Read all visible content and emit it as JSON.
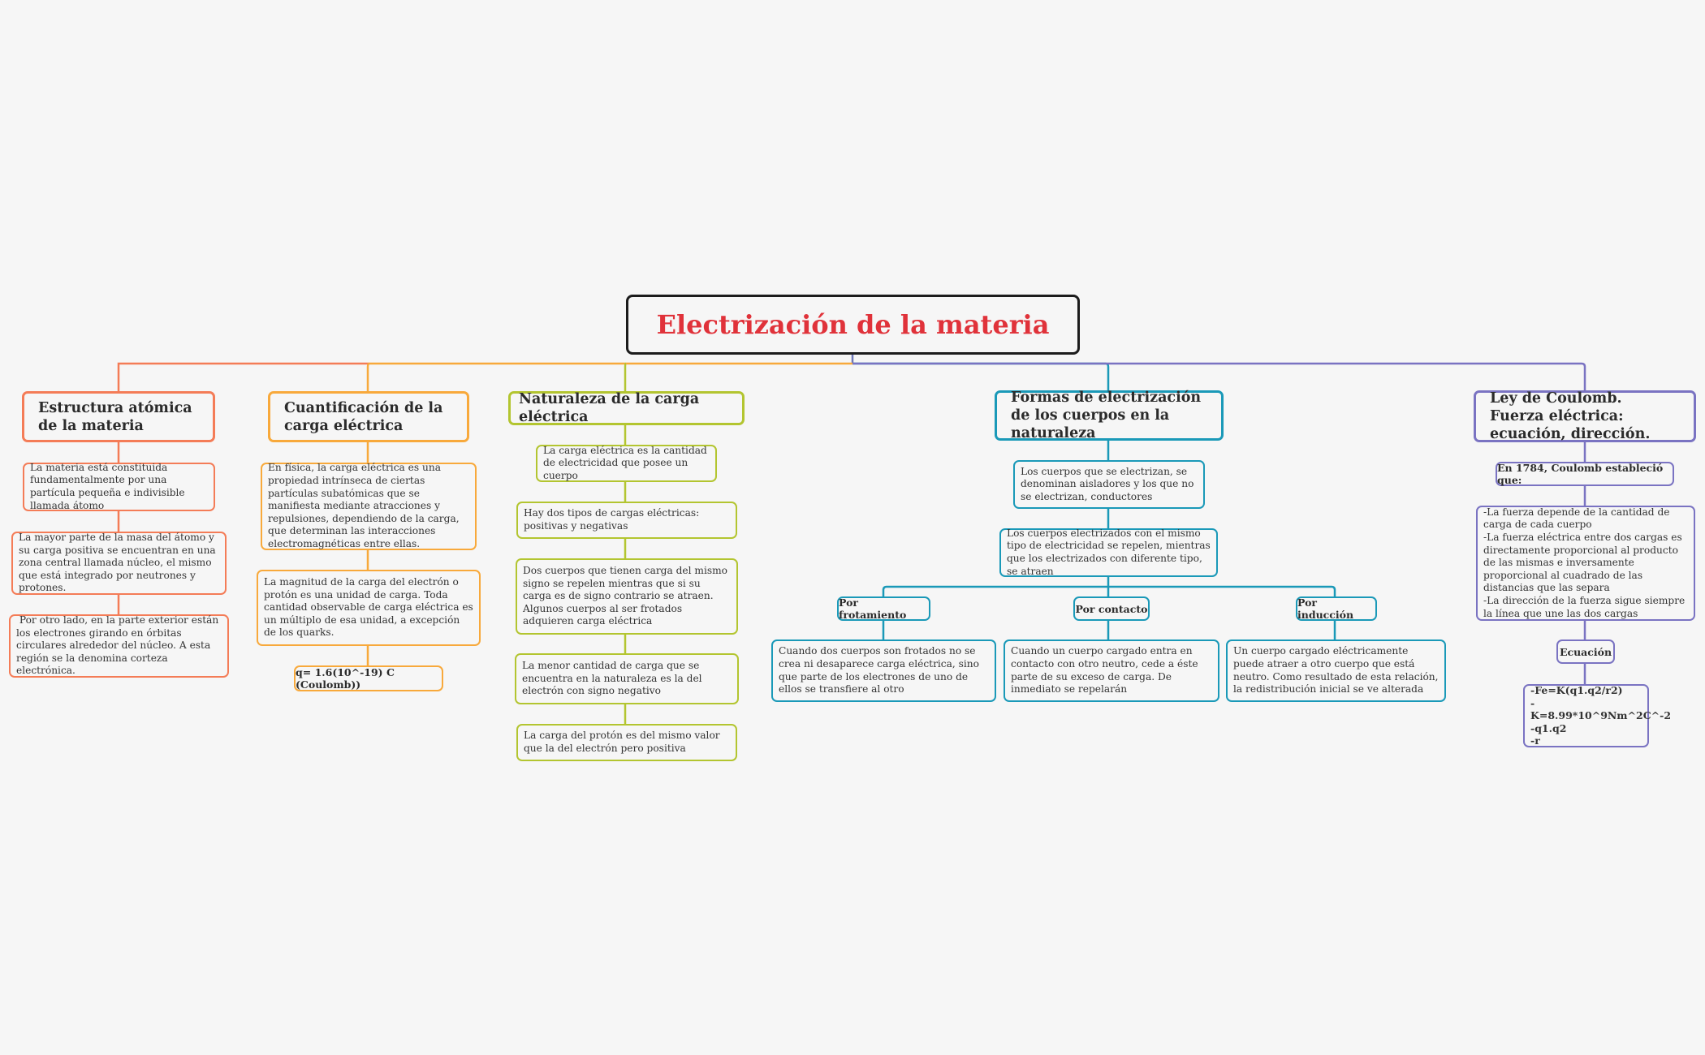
{
  "root": {
    "title": "Electrización de la materia",
    "title_color": "#e0323a"
  },
  "colors": {
    "branch1": "#f47c57",
    "branch2": "#f8a93b",
    "branch3": "#b3c530",
    "branch4": "#1a99b8",
    "branch5": "#7a73c2",
    "root_border": "#1c1c1c",
    "background": "#f6f6f6"
  },
  "branches": [
    {
      "title": "Estructura atómica de la materia",
      "children": [
        "La materia está constituida fundamentalmente por una partícula pequeña e indivisible llamada átomo",
        "La mayor parte de la masa del átomo y su carga positiva se encuentran en una zona central llamada núcleo, el mismo que está integrado por neutrones y protones.",
        " Por otro lado, en la parte exterior están los electrones girando en órbitas circulares alrededor del núcleo. A esta región se la denomina corteza electrónica."
      ]
    },
    {
      "title": "Cuantificación de la carga eléctrica",
      "children": [
        "En física, la carga eléctrica es una propiedad intrínseca de ciertas partículas subatómicas que se manifiesta mediante atracciones y repulsiones, dependiendo de la carga, que determinan las interacciones electromagnéticas entre ellas.",
        "La magnitud de la carga del electrón o protón es una unidad de carga. Toda cantidad observable de carga eléctrica es un múltiplo de esa unidad, a excepción de los quarks.",
        "q= 1.6(10^-19) C (Coulomb))"
      ]
    },
    {
      "title": "Naturaleza de la carga eléctrica",
      "children": [
        "La carga eléctrica es la cantidad de electricidad que posee un cuerpo",
        "Hay dos tipos de cargas eléctricas: positivas y negativas",
        "Dos cuerpos que tienen carga del mismo signo se repelen mientras que si su carga es de signo contrario se atraen. Algunos cuerpos al ser frotados adquieren carga eléctrica",
        "La menor cantidad de carga que se encuentra en la naturaleza es la del electrón con signo negativo",
        "La carga del protón es del mismo valor que la del electrón pero positiva"
      ]
    },
    {
      "title": "Formas de electrización de los cuerpos en la naturaleza",
      "children": [
        "Los cuerpos que se electrizan, se denominan aisladores y los que no se electrizan, conductores",
        "Los cuerpos electrizados con el mismo tipo de electricidad se repelen, mientras que los electrizados con diferente tipo, se atraen"
      ],
      "methods": [
        {
          "title": "Por frotamiento",
          "text": "Cuando dos cuerpos son frotados no se crea ni desaparece carga eléctrica, sino que parte de los electrones de uno de ellos se transfiere al otro"
        },
        {
          "title": "Por contacto",
          "text": "Cuando un cuerpo cargado entra en contacto con otro neutro, cede a éste parte de su exceso de carga. De inmediato se repelarán"
        },
        {
          "title": "Por inducción",
          "text": "Un cuerpo cargado eléctricamente puede atraer a otro cuerpo que está neutro. Como resultado de esta relación, la redistribución inicial se ve alterada"
        }
      ]
    },
    {
      "title": "Ley de Coulomb. Fuerza eléctrica: ecuación, dirección.",
      "intro": "En 1784, Coulomb estableció que:",
      "laws": "-La fuerza depende de la cantidad de carga de cada cuerpo\n-La fuerza eléctrica entre dos cargas es directamente proporcional al producto de las mismas e inversamente proporcional al cuadrado de las distancias que las separa\n-La dirección de la fuerza sigue siempre la línea que une las dos cargas",
      "equation_label": "Ecuación",
      "equation": "-Fe=K(q1.q2/r2)\n-K=8.99*10^9Nm^2C^-2\n-q1.q2\n-r"
    }
  ]
}
